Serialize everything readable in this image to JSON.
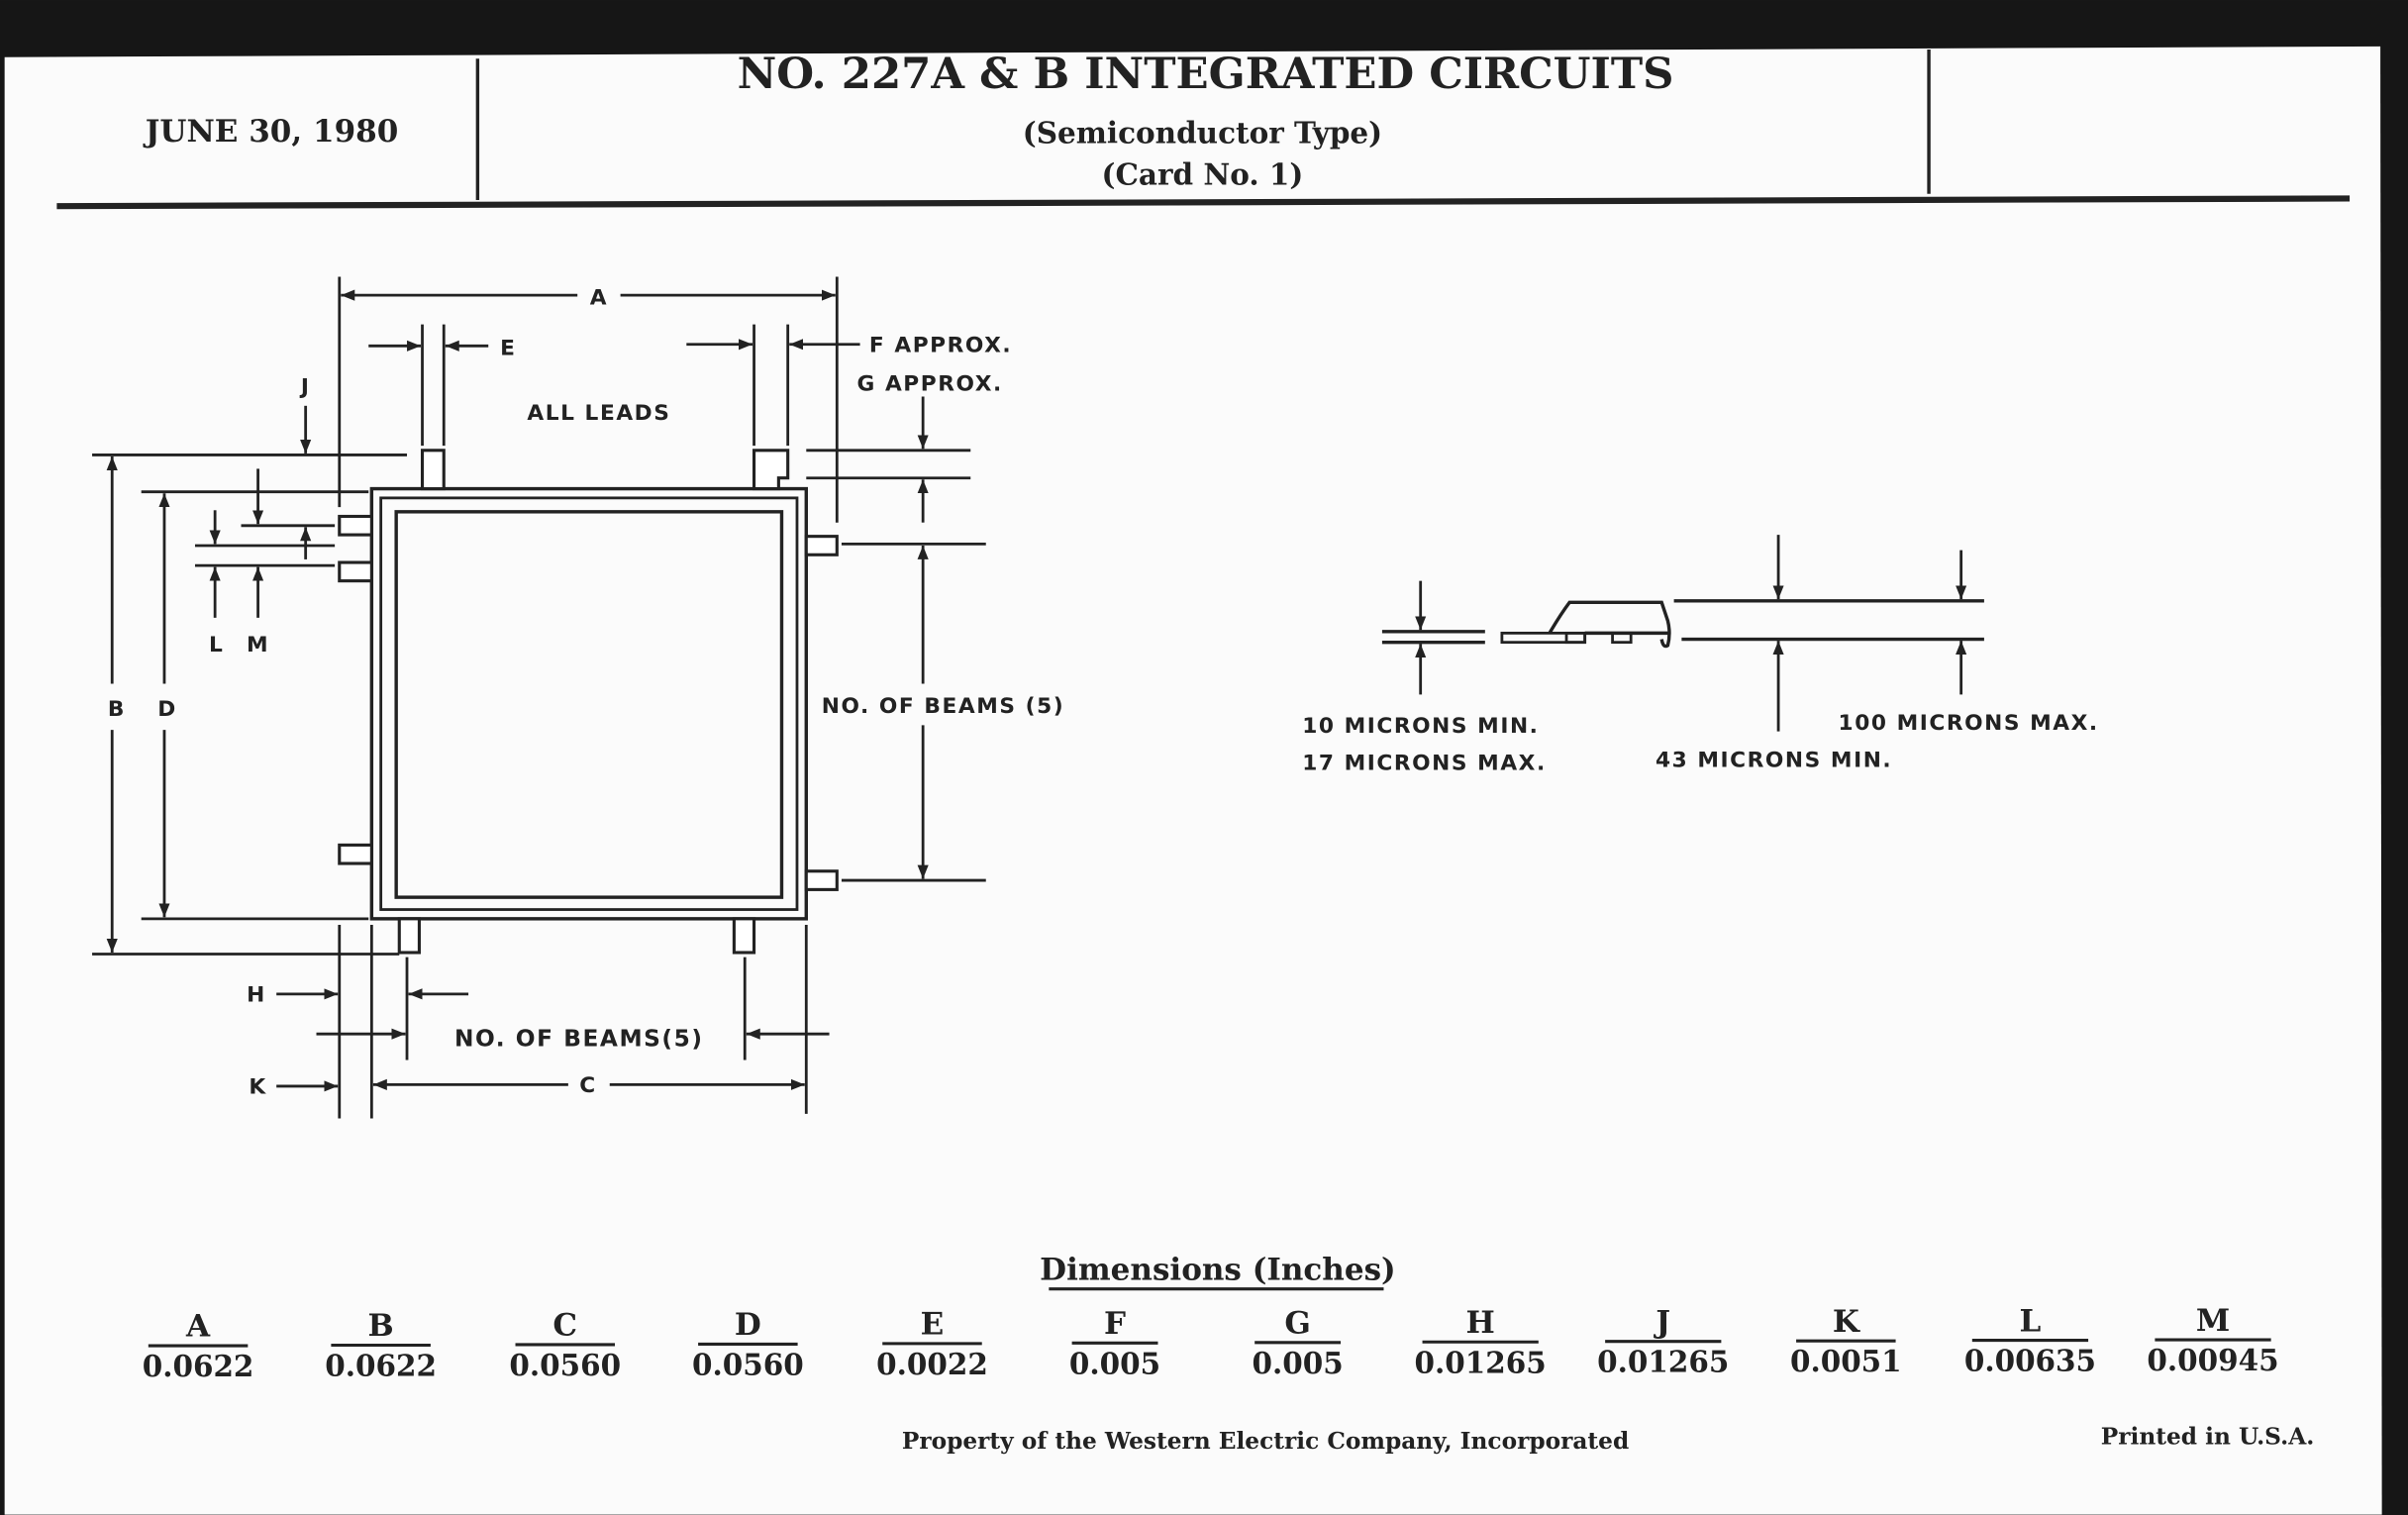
{
  "header": {
    "date": "JUNE 30, 1980",
    "title": "NO. 227A & B INTEGRATED CIRCUITS",
    "subtitle": "(Semiconductor Type)",
    "card": "(Card No. 1)"
  },
  "plan_view": {
    "label_a": "A",
    "label_b": "B",
    "label_c": "C",
    "label_d": "D",
    "label_e": "E",
    "label_f": "F APPROX.",
    "label_g": "G APPROX.",
    "label_h": "H",
    "label_j": "J",
    "label_k": "K",
    "label_l": "L",
    "label_m": "M",
    "all_leads": "ALL LEADS",
    "beams_right": "NO. OF BEAMS (5)",
    "beams_bottom": "NO. OF BEAMS(5)"
  },
  "section_view": {
    "min10": "10 MICRONS MIN.",
    "max17": "17 MICRONS MAX.",
    "max100": "100 MICRONS MAX.",
    "min43": "43 MICRONS MIN."
  },
  "dimensions": {
    "title": "Dimensions (Inches)",
    "items": [
      {
        "label": "A",
        "value": "0.0622"
      },
      {
        "label": "B",
        "value": "0.0622"
      },
      {
        "label": "C",
        "value": "0.0560"
      },
      {
        "label": "D",
        "value": "0.0560"
      },
      {
        "label": "E",
        "value": "0.0022"
      },
      {
        "label": "F",
        "value": "0.005"
      },
      {
        "label": "G",
        "value": "0.005"
      },
      {
        "label": "H",
        "value": "0.01265"
      },
      {
        "label": "J",
        "value": "0.01265"
      },
      {
        "label": "K",
        "value": "0.0051"
      },
      {
        "label": "L",
        "value": "0.00635"
      },
      {
        "label": "M",
        "value": "0.00945"
      }
    ]
  },
  "footer": {
    "property": "Property of the Western Electric Company, Incorporated",
    "printed": "Printed in U.S.A."
  }
}
